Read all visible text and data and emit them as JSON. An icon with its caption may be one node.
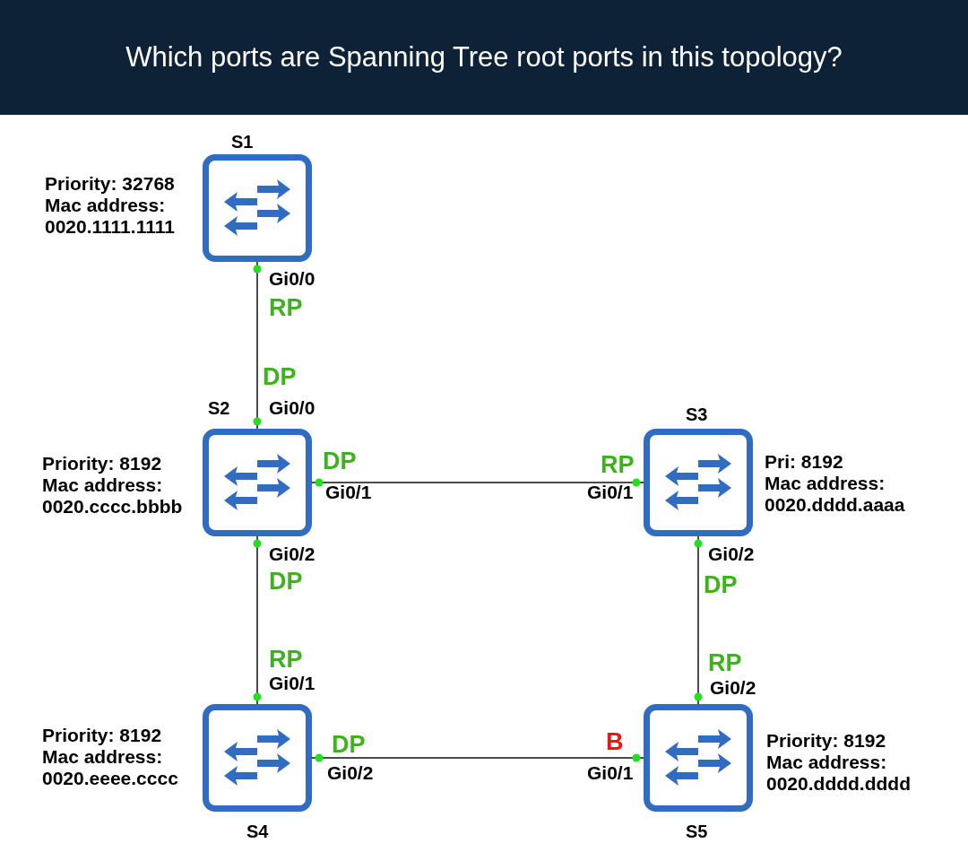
{
  "diagram": {
    "title": "Which ports are Spanning Tree root ports in this topology?",
    "nodes": [
      {
        "text": [
          "S1"
        ],
        "beside": [
          "Priority: 32768",
          "Mac address: 0020.1111.1111"
        ]
      },
      {
        "text": [
          "S2"
        ],
        "beside": [
          "Priority: 8192",
          "Mac address: 0020.cccc.bbbb"
        ]
      },
      {
        "text": [
          "S3"
        ],
        "beside": [
          "Pri: 8192",
          "Mac address: 0020.dddd.aaaa"
        ]
      },
      {
        "text": [
          "S4"
        ],
        "beside": [
          "Priority: 8192",
          "Mac address: 0020.eeee.cccc"
        ]
      },
      {
        "text": [
          "S5"
        ],
        "beside": [
          "Priority: 8192",
          "Mac address: 0020.dddd.dddd"
        ]
      }
    ],
    "edges": [
      {
        "from": 0,
        "to": 1,
        "arrow": "other"
      },
      {
        "from": 1,
        "to": 2,
        "arrow": "other"
      },
      {
        "from": 1,
        "to": 3,
        "arrow": "other"
      },
      {
        "from": 2,
        "to": 4,
        "arrow": "other"
      },
      {
        "from": 3,
        "to": 4,
        "arrow": "other"
      }
    ],
    "labels": [
      "Gi0/0",
      "RP",
      "DP",
      "Gi0/0",
      "DP",
      "RP",
      "Gi0/1",
      "Gi0/1",
      "Gi0/2",
      "Gi0/2",
      "DP",
      "DP",
      "RP",
      "RP",
      "Gi0/1",
      "Gi0/2",
      "DP",
      "B",
      "Gi0/2",
      "Gi0/1"
    ]
  }
}
